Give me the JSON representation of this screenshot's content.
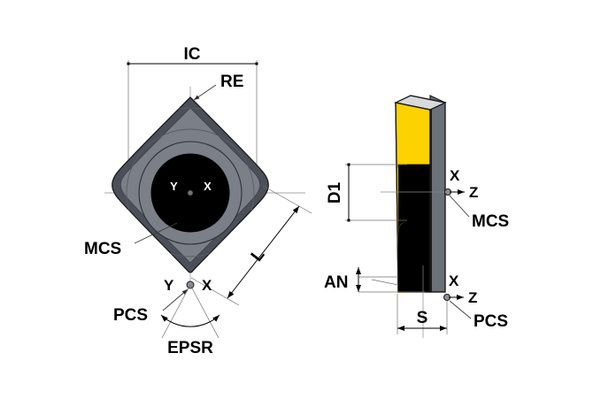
{
  "drawing": {
    "title": "Cutting insert dimension drawing",
    "views": {
      "front": {
        "name": "front-view",
        "labels": {
          "ic": "IC",
          "re": "RE",
          "l": "L",
          "mcs": "MCS",
          "pcs": "PCS",
          "epsr": "EPSR",
          "axis_x_center": "X",
          "axis_y_center": "Y",
          "axis_x_origin": "X",
          "axis_y_origin": "Y"
        }
      },
      "side": {
        "name": "side-view",
        "labels": {
          "d1": "D1",
          "s": "S",
          "an": "AN",
          "mcs": "MCS",
          "pcs": "PCS",
          "axis_x_mcs": "X",
          "axis_z_mcs": "Z",
          "axis_x_pcs": "X",
          "axis_z_pcs": "Z"
        }
      }
    },
    "colors": {
      "coating_yellow": "#fcd200",
      "body_gray": "#6b7079",
      "body_gray_light": "#7a7f88",
      "body_gray_dark": "#4b5058",
      "hole_black": "#000000",
      "line_black": "#1a1a1a",
      "construction_gray": "#808080"
    }
  }
}
